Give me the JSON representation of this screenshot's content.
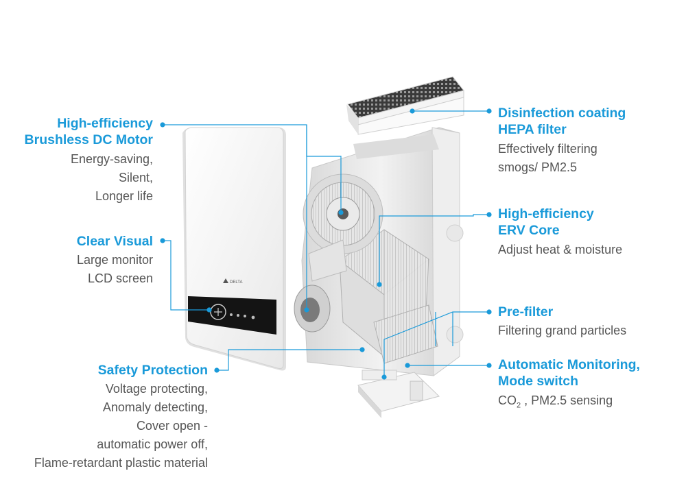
{
  "colors": {
    "accent": "#1a9ad9",
    "text": "#555555",
    "panel": "#ffffff",
    "device": "#e4e4e4",
    "screen": "#111111"
  },
  "device_logo": "DELTA",
  "screen_icons": [
    "fan-icon",
    "led-icon",
    "led-icon",
    "led-icon",
    "led-icon"
  ],
  "callouts": {
    "motor": {
      "title": [
        "High-efficiency",
        "Brushless DC Motor"
      ],
      "desc": [
        "Energy-saving,",
        "Silent,",
        "Longer life"
      ]
    },
    "visual": {
      "title": [
        "Clear Visual"
      ],
      "desc": [
        "Large monitor",
        "LCD screen"
      ]
    },
    "safety": {
      "title": [
        "Safety Protection"
      ],
      "desc": [
        "Voltage protecting,",
        "Anomaly detecting,",
        "Cover open -",
        "automatic power off,",
        "Flame-retardant plastic material"
      ]
    },
    "hepa": {
      "title": [
        "Disinfection coating",
        "HEPA filter"
      ],
      "desc": [
        "Effectively filtering",
        "smogs/ PM2.5"
      ]
    },
    "erv": {
      "title": [
        "High-efficiency",
        "ERV Core"
      ],
      "desc": [
        "Adjust heat & moisture"
      ]
    },
    "prefilter": {
      "title": [
        "Pre-filter"
      ],
      "desc": [
        "Filtering grand particles"
      ]
    },
    "monitoring": {
      "title": [
        "Automatic Monitoring,",
        "Mode switch"
      ],
      "desc": {
        "pre": "CO",
        "sub": "2",
        "post": " , PM2.5 sensing"
      }
    }
  }
}
